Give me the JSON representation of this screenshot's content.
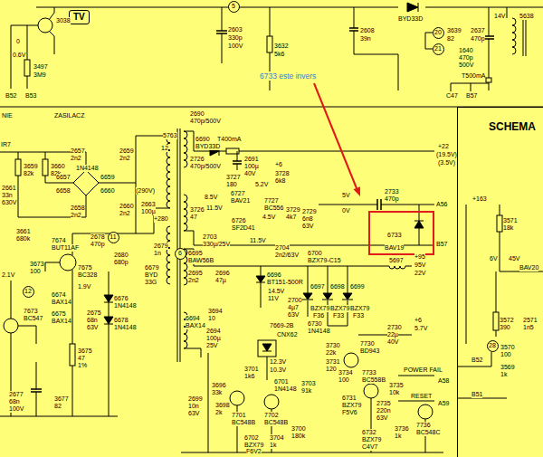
{
  "diagram": {
    "nodes": [
      {
        "text": [
          "TV"
        ]
      },
      {
        "text": [
          "5"
        ]
      },
      {
        "text": [
          "20"
        ]
      },
      {
        "text": [
          "21"
        ]
      },
      {
        "text": [
          "11"
        ]
      },
      {
        "text": [
          "12"
        ]
      },
      {
        "text": [
          "6"
        ]
      },
      {
        "text": [
          "6733",
          "BAV19"
        ]
      },
      {
        "text": [
          "SCHEMA"
        ]
      },
      {
        "text": [
          "28"
        ],
        "in": 8
      }
    ],
    "labels": [
      "3038",
      "0",
      "0.6V",
      "3497",
      "3M9",
      "B52",
      "B53",
      "2603",
      "330p",
      "100V",
      "3632",
      "5k6",
      "2608",
      "39n",
      "BYD33D",
      "14V",
      "5638",
      "3639",
      "82",
      "2637",
      "470p",
      "1640",
      "470p",
      "500V",
      "T500mA",
      "C47",
      "B57",
      "6733 este invers",
      "NIE",
      "ZASILACZ",
      "IR7",
      "2657",
      "2n2",
      "2659",
      "2n2",
      "3659",
      "82k",
      "3660",
      "82k",
      "1N4148",
      "6657",
      "6659",
      "6658",
      "6660",
      "2661",
      "33n",
      "630V",
      "(290V)",
      "2663",
      "100µ",
      "2658",
      "2n2",
      "2660",
      "2n2",
      "+280",
      "3661",
      "680k",
      "7674",
      "BUT11AF",
      "2678",
      "470p",
      "3673",
      "100",
      "7675",
      "BC328",
      "2680",
      "680p",
      "2679",
      "1n",
      "6679",
      "BYD",
      "33G",
      "2.1V",
      "6674",
      "BAX14",
      "1.9V",
      "7673",
      "BC547",
      "6675",
      "BAX14",
      "2675",
      "68n",
      "63V",
      "6676",
      "1N4148",
      "6678",
      "1N4148",
      "3675",
      "47",
      "1%",
      "2677",
      "68n",
      "100V",
      "3677",
      "82",
      "2690",
      "470p/500V",
      "5763",
      "12",
      "6690",
      "BYD33D",
      "T400mA",
      "2691",
      "100µ",
      "40V",
      "+22",
      "(19.5V)",
      "(3.5V)",
      "2726",
      "470p/500V",
      "+6",
      "3728",
      "6k8",
      "3727",
      "180",
      "5.2V",
      "6727",
      "BAV21",
      "8.5V",
      "7727",
      "BC556",
      "3726",
      "47",
      "11.5V",
      "4.5V",
      "3729",
      "4k7",
      "2729",
      "6n8",
      "63V",
      "6726",
      "SF2D41",
      "2703",
      "330µ/25V",
      "11.5V",
      "5V",
      "0V",
      "2733",
      "470p",
      "A56",
      "2704",
      "2n2/63V",
      "B57",
      "6700",
      "BZX79-C15",
      "5697",
      "+95",
      "95V",
      "22V",
      "6695",
      "BAW56B",
      "2695",
      "2n2",
      "2696",
      "47µ",
      "6696",
      "BT151-500R",
      "14.5V",
      "11V",
      "6697",
      "6698",
      "6699",
      "BZX79",
      "BZX79",
      "BZX79",
      "F36",
      "F33",
      "F33",
      "6694",
      "BAX14",
      "3694",
      "10",
      "2694",
      "100µ",
      "25V",
      "2700",
      "4µ7",
      "63V",
      "7669-2B",
      "CNX62",
      "6730",
      "1N4148",
      "3730",
      "22k",
      "3731",
      "120",
      "7730",
      "BD943",
      "2730",
      "22µ",
      "40V",
      "+6",
      "5.7V",
      "3701",
      "1k6",
      "12.3V",
      "10.3V",
      "6701",
      "1N4148",
      "3703",
      "91k",
      "3696",
      "33k",
      "3698",
      "2k",
      "2699",
      "10n",
      "63V",
      "7701",
      "BC548B",
      "7702",
      "BC548B",
      "6702",
      "BZX79",
      "F6V2",
      "3704",
      "1k",
      "3700",
      "180k",
      "3734",
      "100",
      "7733",
      "BC558B",
      "POWER FAIL",
      "A58",
      "6731",
      "BZX79",
      "F5V6",
      "3735",
      "10k",
      "2735",
      "220n",
      "63V",
      "RESET",
      "A59",
      "3736",
      "1k",
      "7736",
      "BC548C",
      "6732",
      "BZX79",
      "C4V7",
      "+163",
      "3571",
      "18k",
      "6V",
      "45V",
      "BAV20",
      "3572",
      "390",
      "2571",
      "1n5",
      "3570",
      "100",
      "B52",
      "B51",
      "3569",
      "1k"
    ]
  }
}
